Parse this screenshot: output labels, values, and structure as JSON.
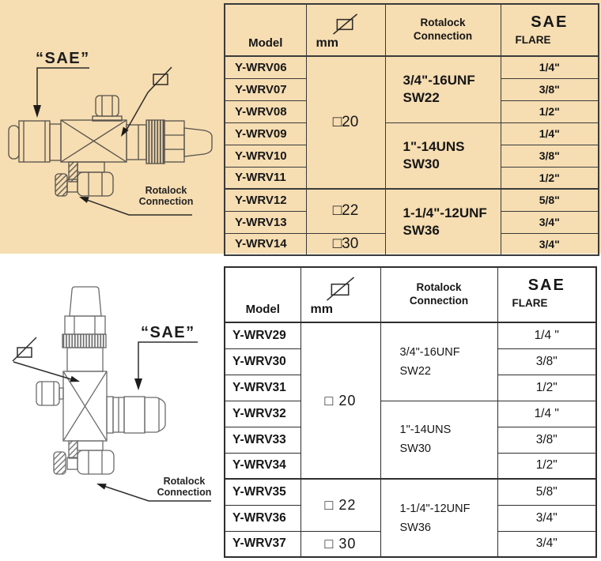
{
  "colors": {
    "band_background": "#f6ddb2",
    "table_line_top": "#3b3b3b",
    "table_line_bottom": "#2e2e2e",
    "text": "#161616"
  },
  "diagrams": {
    "top": {
      "sae_label": "“SAE”",
      "rotalock_line1": "Rotalock",
      "rotalock_line2": "Connection"
    },
    "bottom": {
      "sae_label": "“SAE”",
      "rotalock_line1": "Rotalock",
      "rotalock_line2": "Connection"
    }
  },
  "tables": {
    "top": {
      "header": {
        "model": "Model",
        "mm_unit": "mm",
        "rotalock_line1": "Rotalock",
        "rotalock_line2": "Connection",
        "sae": "SAE",
        "flare": "FLARE"
      },
      "mm_groups": [
        "□20",
        "□22",
        "□30"
      ],
      "rotalock_groups": [
        {
          "thread": "3/4\"-16UNF",
          "sw": "SW22"
        },
        {
          "thread": "1\"-14UNS",
          "sw": "SW30"
        },
        {
          "thread": "1-1/4\"-12UNF",
          "sw": "SW36"
        }
      ],
      "rows": [
        {
          "model": "Y-WRV06",
          "flare": "1/4\""
        },
        {
          "model": "Y-WRV07",
          "flare": "3/8\""
        },
        {
          "model": "Y-WRV08",
          "flare": "1/2\""
        },
        {
          "model": "Y-WRV09",
          "flare": "1/4\""
        },
        {
          "model": "Y-WRV10",
          "flare": "3/8\""
        },
        {
          "model": "Y-WRV11",
          "flare": "1/2\""
        },
        {
          "model": "Y-WRV12",
          "flare": "5/8\""
        },
        {
          "model": "Y-WRV13",
          "flare": "3/4\""
        },
        {
          "model": "Y-WRV14",
          "flare": "3/4\""
        }
      ]
    },
    "bottom": {
      "header": {
        "model": "Model",
        "mm_unit": "mm",
        "rotalock_line1": "Rotalock",
        "rotalock_line2": "Connection",
        "sae": "SAE",
        "flare": "FLARE"
      },
      "mm_groups": [
        "□ 20",
        "□ 22",
        "□ 30"
      ],
      "rotalock_groups": [
        {
          "thread": "3/4\"-16UNF",
          "sw": "SW22"
        },
        {
          "thread": "1\"-14UNS",
          "sw": "SW30"
        },
        {
          "thread": "1-1/4\"-12UNF",
          "sw": "SW36"
        }
      ],
      "rows": [
        {
          "model": "Y-WRV29",
          "flare": "1/4 \""
        },
        {
          "model": "Y-WRV30",
          "flare": "3/8\""
        },
        {
          "model": "Y-WRV31",
          "flare": "1/2\""
        },
        {
          "model": "Y-WRV32",
          "flare": "1/4 \""
        },
        {
          "model": "Y-WRV33",
          "flare": "3/8\""
        },
        {
          "model": "Y-WRV34",
          "flare": "1/2\""
        },
        {
          "model": "Y-WRV35",
          "flare": "5/8\""
        },
        {
          "model": "Y-WRV36",
          "flare": "3/4\""
        },
        {
          "model": "Y-WRV37",
          "flare": "3/4\""
        }
      ]
    }
  }
}
